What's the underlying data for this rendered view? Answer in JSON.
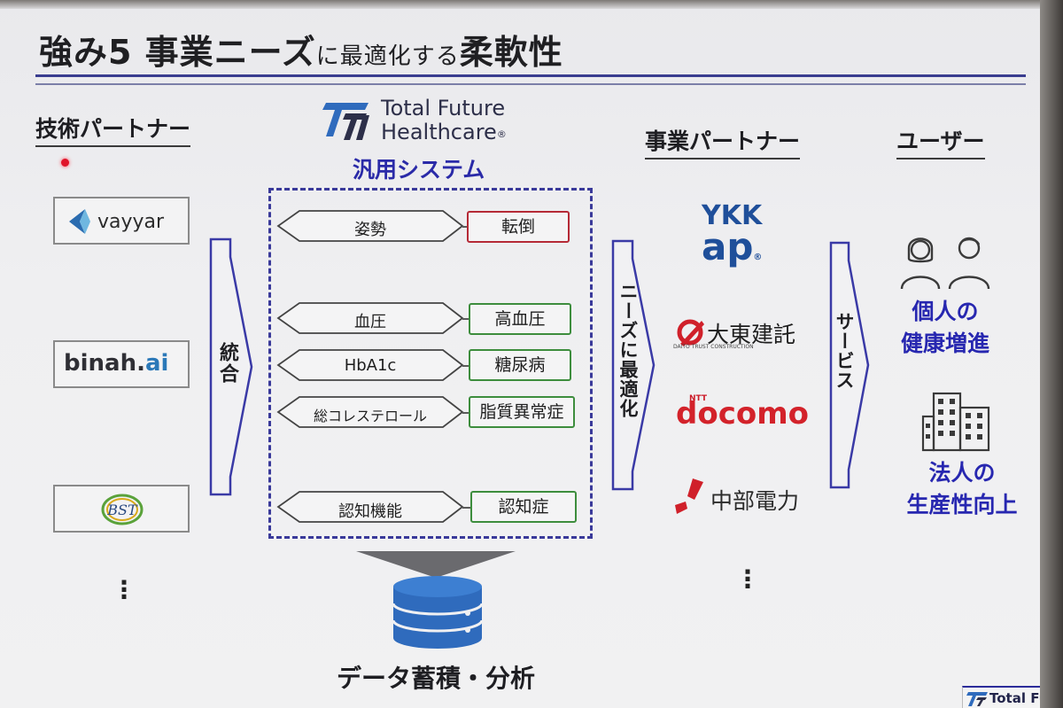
{
  "slide": {
    "title_part1": "強み5 事業ニーズ",
    "title_part2": "に最適化する",
    "title_part3": "柔軟性"
  },
  "headings": {
    "tech_partner": "技術パートナー",
    "business_partner": "事業パートナー",
    "users": "ユーザー"
  },
  "center_logo": {
    "line1": "Total Future",
    "line2": "Healthcare",
    "reg": "®"
  },
  "generic_system_label": "汎用システム",
  "tech_partners": {
    "vayyar": "vayyar",
    "binah_main": "binah.",
    "binah_ai": "ai",
    "bst": "BST",
    "more": "⋮"
  },
  "arrows": {
    "integrate": "統合",
    "optimize": "ニーズに最適化",
    "service": "サービス"
  },
  "measurements": [
    {
      "input": "姿勢",
      "output": "転倒",
      "color": "red"
    },
    {
      "input": "血圧",
      "output": "高血圧",
      "color": "green"
    },
    {
      "input": "HbA1c",
      "output": "糖尿病",
      "color": "green"
    },
    {
      "input": "総コレステロール",
      "output": "脂質異常症",
      "color": "green"
    },
    {
      "input": "認知機能",
      "output": "認知症",
      "color": "green"
    }
  ],
  "database_label": "データ蓄積・分析",
  "business_partners": {
    "ykk_top": "YKK",
    "ykk_bottom": "ap",
    "ykk_reg": "®",
    "daito": "大東建託",
    "daito_sub": "DAITO TRUST CONSTRUCTION",
    "docomo_ntt": "NTT",
    "docomo": "docomo",
    "chubu": "中部電力",
    "more": "⋮"
  },
  "users": {
    "individual_line1": "個人の",
    "individual_line2": "健康増進",
    "corporate_line1": "法人の",
    "corporate_line2": "生産性向上"
  },
  "footer": {
    "brand": "Total Future"
  },
  "colors": {
    "accent_blue": "#2727b0",
    "title_rule": "#3a3d8f",
    "red_border": "#b52a36",
    "green_border": "#3d8d3d",
    "db_blue": "#2f6bbd",
    "docomo_red": "#d3222a",
    "ykk_blue": "#1f4f9a"
  }
}
